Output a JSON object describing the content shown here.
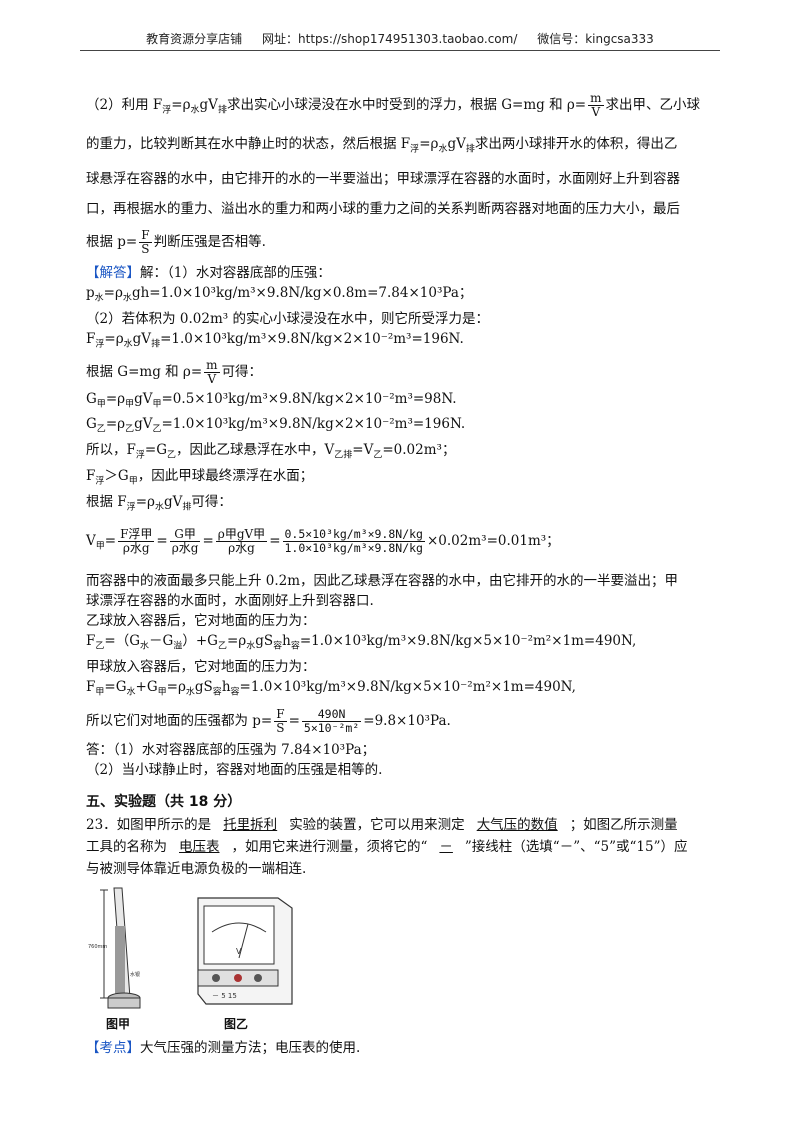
{
  "header": {
    "store": "教育资源分享店铺",
    "url_label": "网址：https://shop174951303.taobao.com/",
    "wechat": "微信号：kingcsa333"
  },
  "analysis": {
    "l1_a": "（2）利用 F",
    "l1_b": "=ρ",
    "l1_c": "gV",
    "l1_d": "求出实心小球浸没在水中时受到的浮力，根据 G=mg 和 ρ=",
    "l1_e": "求出甲、乙小球",
    "l2": "的重力，比较判断其在水中静止时的状态，然后根据 F",
    "l2_b": "=ρ",
    "l2_c": "gV",
    "l2_d": "求出两小球排开水的体积，得出乙",
    "l3": "球悬浮在容器的水中，由它排开的水的一半要溢出；甲球漂浮在容器的水面时，水面刚好上升到容器",
    "l4": "口，再根据水的重力、溢出水的重力和两小球的重力之间的关系判断两容器对地面的压力大小，最后",
    "l5_a": "根据 p=",
    "l5_b": "判断压强是否相等."
  },
  "sub": {
    "fu": "浮",
    "shui": "水",
    "pai": "排",
    "jia": "甲",
    "yi": "乙",
    "yipai": "乙排",
    "yi2": "溢",
    "rong": "容"
  },
  "frac": {
    "m": "m",
    "V": "V",
    "F": "F",
    "S": "S"
  },
  "solution": {
    "tag": "【解答】",
    "s1": "解：（1）水对容器底部的压强：",
    "s2_a": "p",
    "s2_b": "=ρ",
    "s2_c": "gh=1.0×10³kg/m³×9.8N/kg×0.8m=7.84×10³Pa；",
    "s3": "（2）若体积为 0.02m³ 的实心小球浸没在水中，则它所受浮力是：",
    "s4_a": "F",
    "s4_b": "=ρ",
    "s4_c": "gV",
    "s4_d": "=1.0×10³kg/m³×9.8N/kg×2×10⁻²m³=196N.",
    "s5_a": "根据 G=mg 和 ρ=",
    "s5_b": "可得：",
    "s6_a": "G",
    "s6_b": "=ρ",
    "s6_c": "gV",
    "s6_d": "=0.5×10³kg/m³×9.8N/kg×2×10⁻²m³=98N.",
    "s7_a": "G",
    "s7_b": "=ρ",
    "s7_c": "gV",
    "s7_d": "=1.0×10³kg/m³×9.8N/kg×2×10⁻²m³=196N.",
    "s8_a": "所以，F",
    "s8_b": "=G",
    "s8_c": "，因此乙球悬浮在水中，V",
    "s8_d": "=V",
    "s8_e": "=0.02m³；",
    "s9_a": "F",
    "s9_b": "＞G",
    "s9_c": "，因此甲球最终漂浮在水面；",
    "s10_a": "根据 F",
    "s10_b": "=ρ",
    "s10_c": "gV",
    "s10_d": "可得：",
    "s11_a": "V",
    "s11_f1n": "F浮甲",
    "s11_f1d": "ρ水g",
    "s11_f2n": "G甲",
    "s11_f2d": "ρ水g",
    "s11_f3n": "ρ甲gV甲",
    "s11_f3d": "ρ水g",
    "s11_f4n": "0.5×10³kg/m³×9.8N/kg",
    "s11_f4d": "1.0×10³kg/m³×9.8N/kg",
    "s11_e": "×0.02m³=0.01m³；",
    "s12": "而容器中的液面最多只能上升 0.2m，因此乙球悬浮在容器的水中，由它排开的水的一半要溢出；甲",
    "s13": "球漂浮在容器的水面时，水面刚好上升到容器口.",
    "s14": "乙球放入容器后，它对地面的压力为：",
    "s15_a": "F",
    "s15_b": "=（G",
    "s15_c": "－G",
    "s15_d": "）+G",
    "s15_e": "=ρ",
    "s15_f": "gS",
    "s15_g": "h",
    "s15_h": "=1.0×10³kg/m³×9.8N/kg×5×10⁻²m²×1m=490N,",
    "s16": "甲球放入容器后，它对地面的压力为：",
    "s17_a": "F",
    "s17_b": "=G",
    "s17_c": "+G",
    "s17_d": "=ρ",
    "s17_e": "gS",
    "s17_f": "h",
    "s17_g": "=1.0×10³kg/m³×9.8N/kg×5×10⁻²m²×1m=490N,",
    "s18_a": "所以它们对地面的压强都为 p=",
    "s18_num": "490N",
    "s18_den": "5×10⁻²m²",
    "s18_b": "=9.8×10³Pa.",
    "s19": "答：（1）水对容器底部的压强为 7.84×10³Pa；",
    "s20": "（2）当小球静止时，容器对地面的压强是相等的."
  },
  "section5": {
    "title": "五、实验题（共 18 分）",
    "q23_a": "23．如图甲所示的是",
    "q23_b1": "托里拆利",
    "q23_c": "实验的装置，它可以用来测定",
    "q23_b2": "大气压的数值",
    "q23_d": "；如图乙所示测量",
    "q23_e": "工具的名称为",
    "q23_b3": "电压表",
    "q23_f": "，如用它来进行测量，须将它的“",
    "q23_b4": "－",
    "q23_g": "”接线柱（选填“－”、“5”或“15”）应",
    "q23_h": "与被测导体靠近电源负极的一端相连.",
    "fig1_caption": "图甲",
    "fig2_caption": "图乙",
    "fig1_label_760": "760mm",
    "fig1_label_water": "水银",
    "meter_V": "V",
    "meter_terms": "－   5   15",
    "kaodian_tag": "【考点】",
    "kaodian": "大气压强的测量方法；电压表的使用."
  }
}
